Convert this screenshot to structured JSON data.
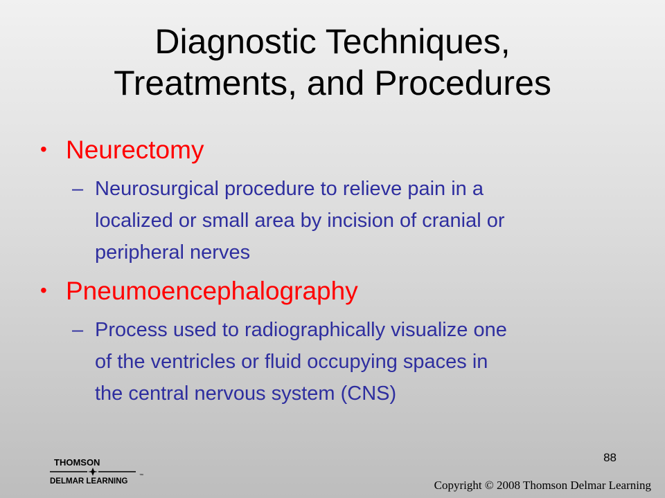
{
  "title": {
    "line1": "Diagnostic Techniques,",
    "line2": "Treatments, and Procedures"
  },
  "items": [
    {
      "term": "Neurectomy",
      "definition_lines": [
        "Neurosurgical procedure to relieve pain in a",
        "localized or small area by incision of cranial or",
        "peripheral nerves"
      ]
    },
    {
      "term": "Pneumoencephalography",
      "definition_lines": [
        "Process used to radiographically visualize one",
        "of the ventricles or fluid occupying spaces in",
        "the central nervous system (CNS)"
      ]
    }
  ],
  "bullet_char": "•",
  "dash_char": "–",
  "page_number": "88",
  "logo": {
    "top_text": "THOMSON",
    "bottom_text": "DELMAR LEARNING",
    "tm": "™"
  },
  "copyright": "Copyright © 2008 Thomson Delmar Learning",
  "colors": {
    "term": "#ff0000",
    "definition": "#2e2e9f",
    "title": "#000000"
  }
}
